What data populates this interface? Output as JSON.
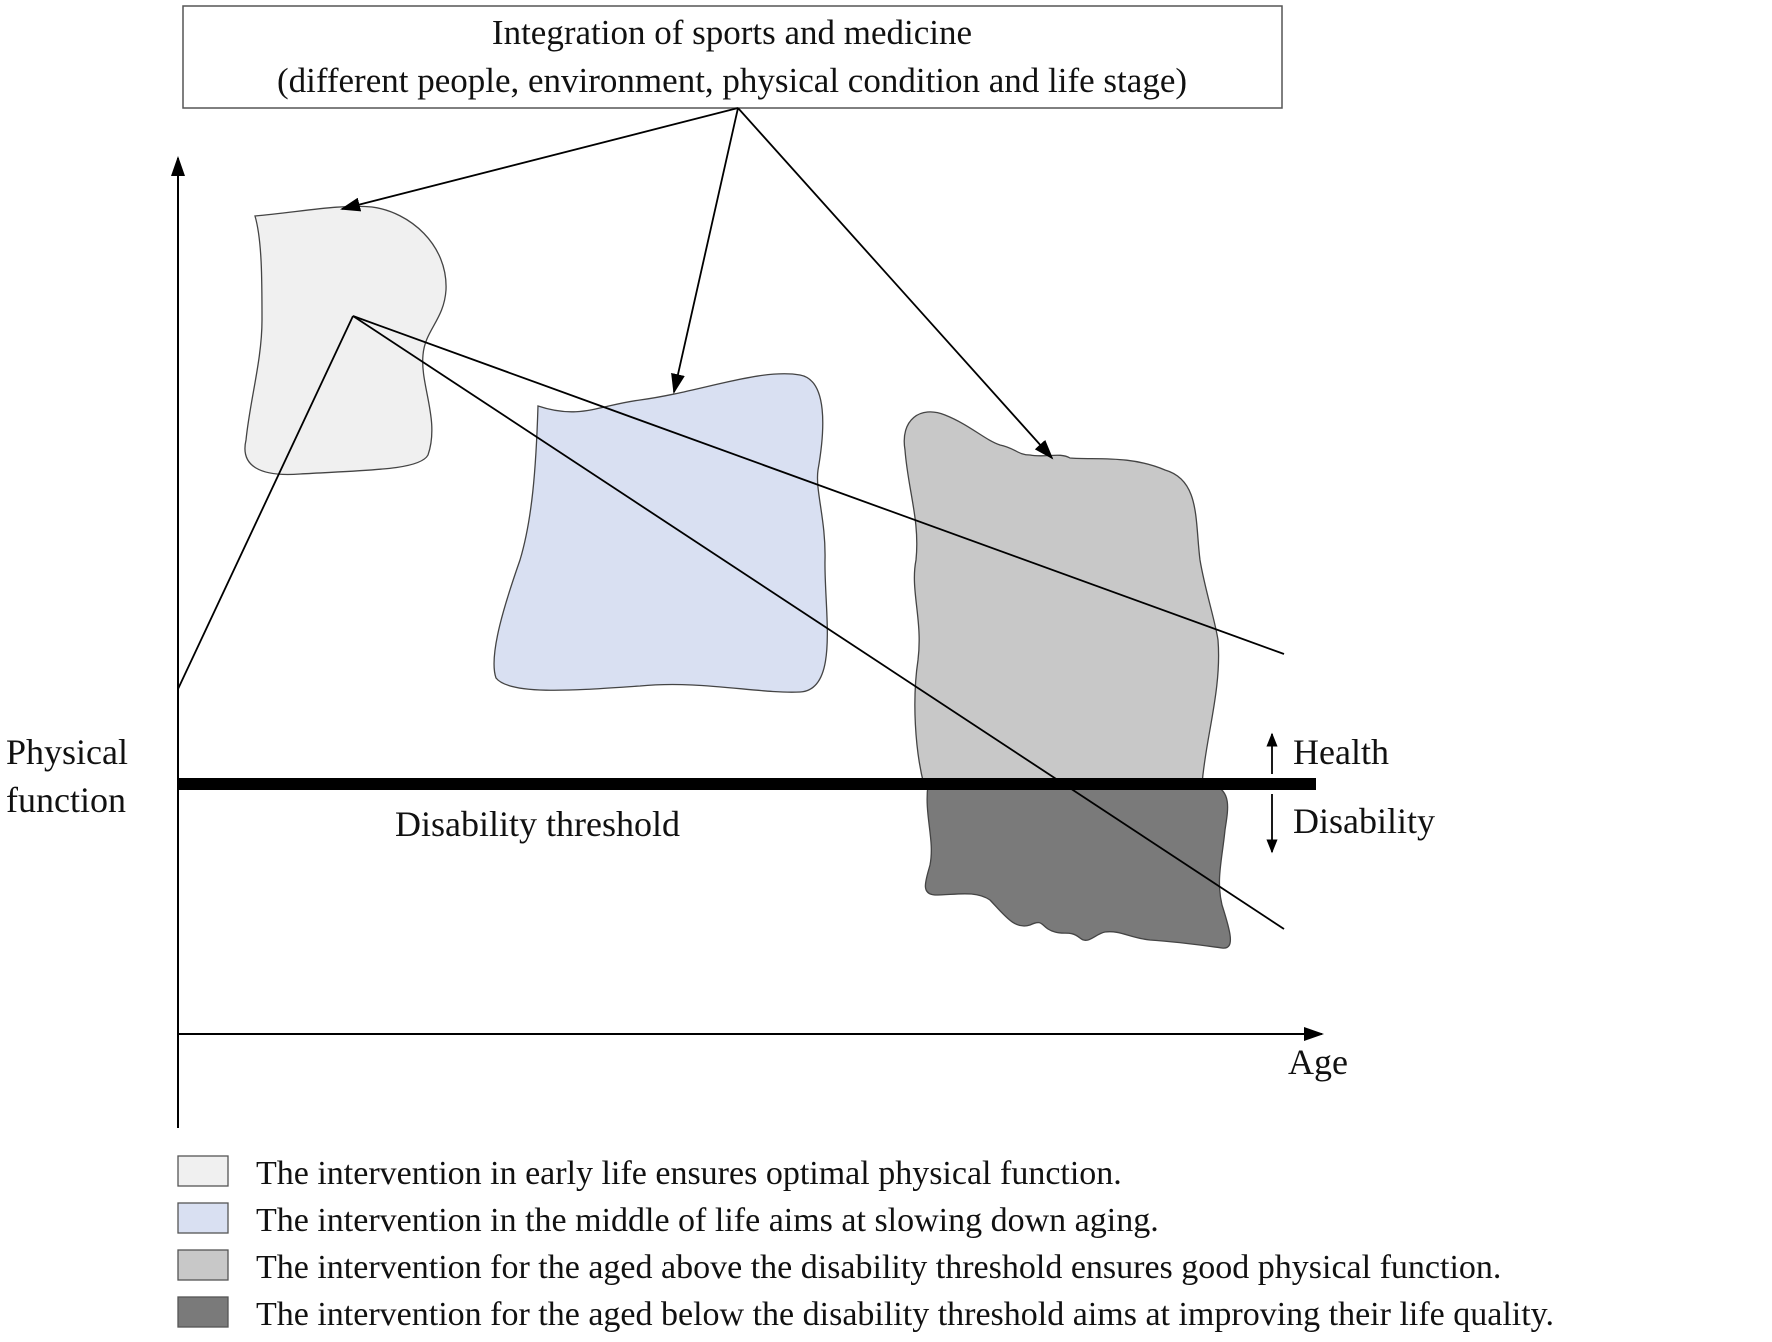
{
  "header": {
    "line1": "Integration of sports and medicine",
    "line2": "(different people, environment, physical condition and life stage)"
  },
  "axes": {
    "y_label_line1": "Physical",
    "y_label_line2": "function",
    "x_label": "Age"
  },
  "threshold": {
    "label": "Disability threshold",
    "up_label": "Health",
    "down_label": "Disability"
  },
  "legend": {
    "items": [
      {
        "text": "The intervention in early life ensures optimal physical function.",
        "color": "#f0f0f0"
      },
      {
        "text": "The intervention in the middle of life aims at slowing down aging.",
        "color": "#d9e0f2"
      },
      {
        "text": "The intervention for the aged above the disability threshold ensures good physical function.",
        "color": "#c8c8c8"
      },
      {
        "text": "The intervention for the aged below the disability threshold aims at improving their life quality.",
        "color": "#7a7a7a"
      }
    ]
  }
}
